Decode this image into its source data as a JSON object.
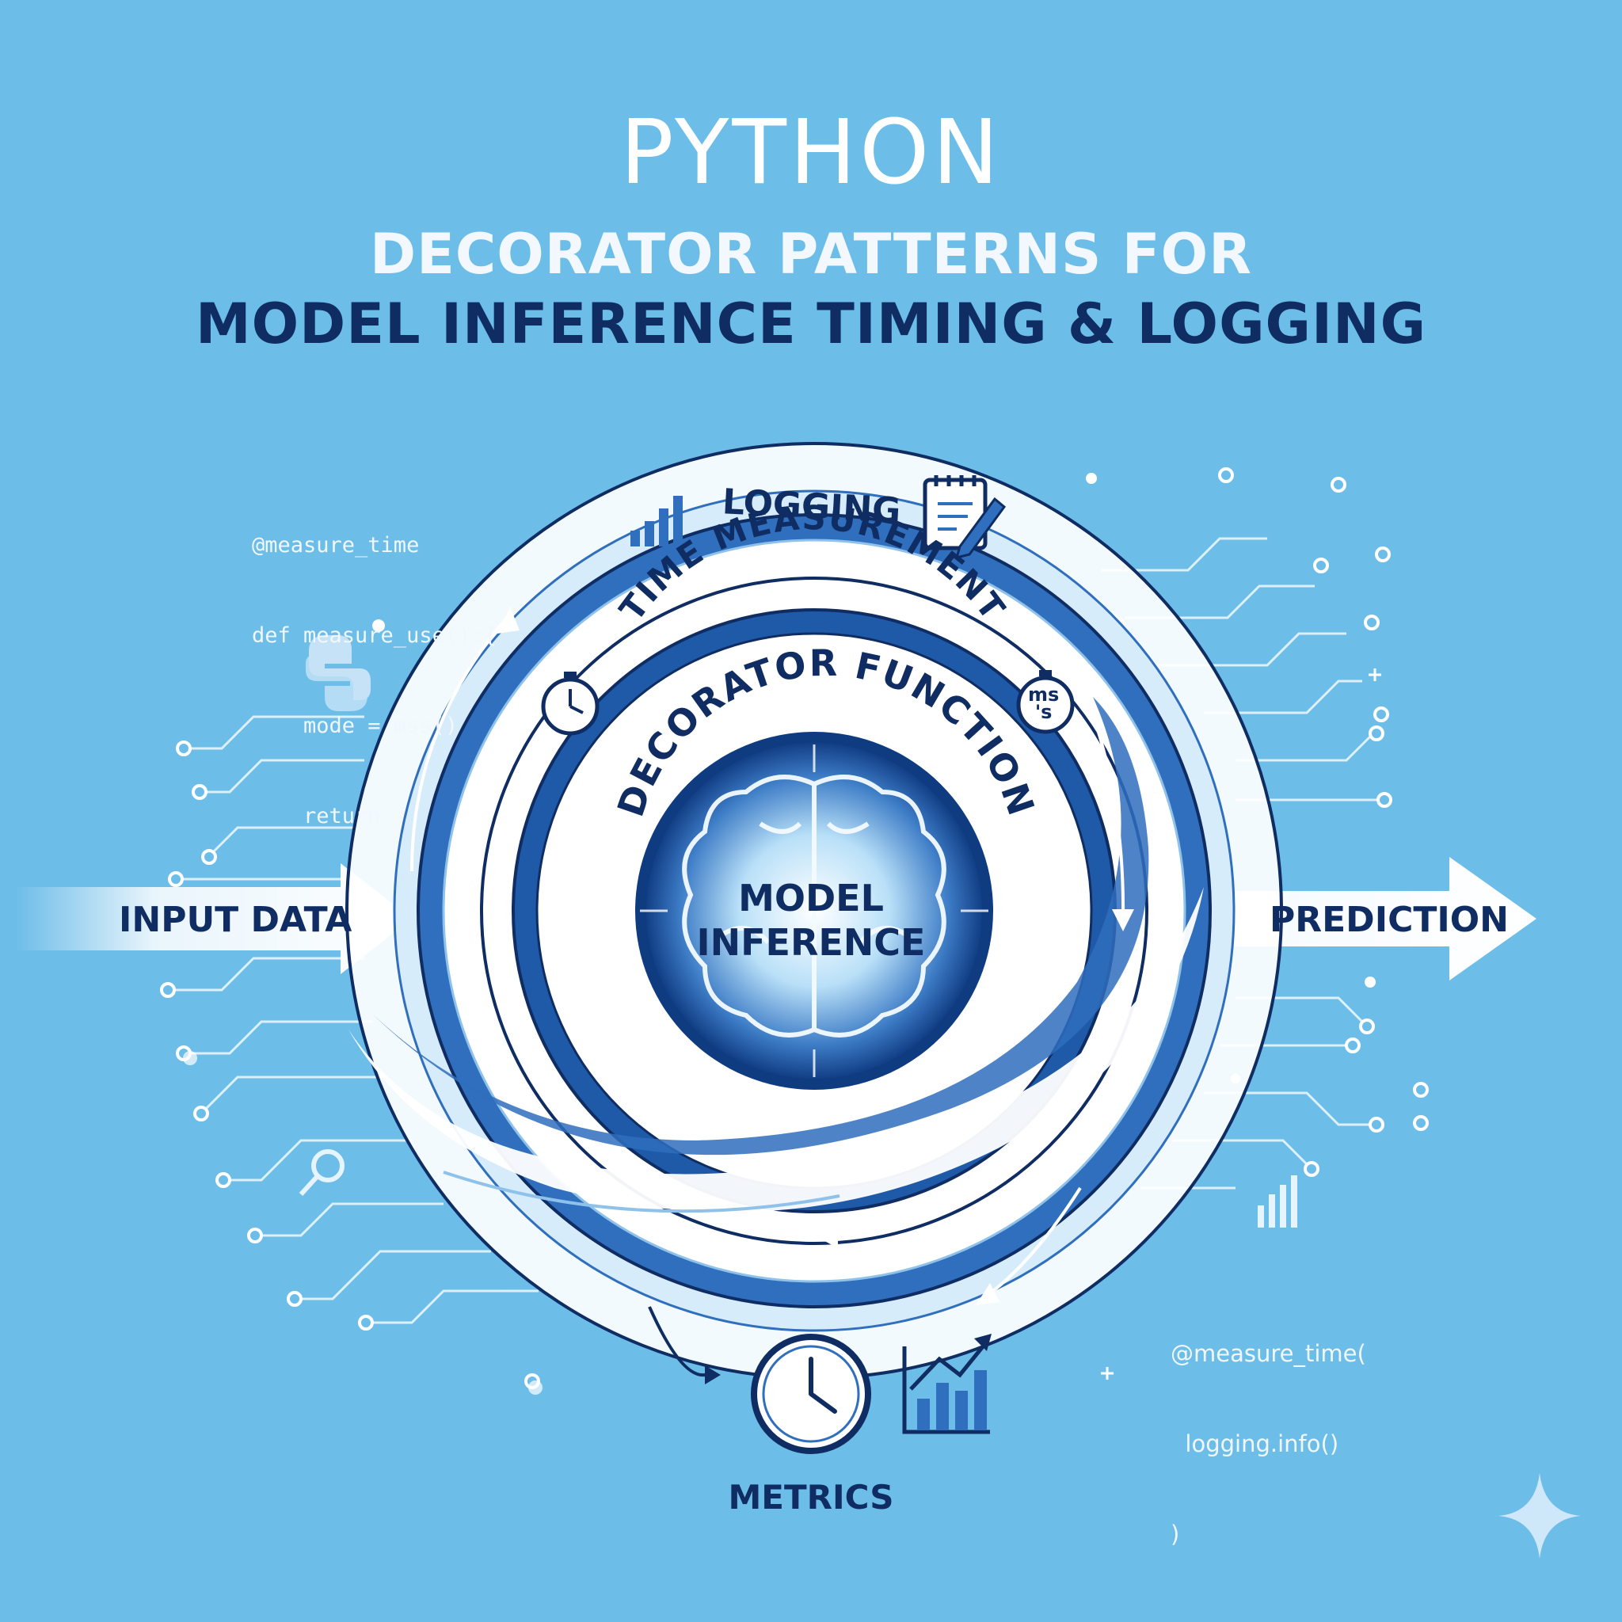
{
  "header": {
    "title": "PYTHON",
    "subtitle_line1": "DECORATOR PATTERNS FOR",
    "subtitle_line2": "MODEL INFERENCE TIMING & LOGGING"
  },
  "code_left": {
    "lines": [
      "@measure_time",
      "def measure_use():{",
      "    mode = mss()",
      "    return",
      "}"
    ]
  },
  "code_right": {
    "lines": [
      "@measure_time(",
      "  logging.info()",
      ")"
    ]
  },
  "rings": {
    "logging": "LOGGING",
    "time_measurement": "TIME MEASUREMENT",
    "decorator_function": "DECORATOR FUNCTION",
    "core_line1": "MODEL",
    "core_line2": "INFERENCE"
  },
  "flow": {
    "input": "INPUT DATA",
    "output": "PREDICTION",
    "metrics": "METRICS"
  },
  "badge": {
    "line1": "ms",
    "line2": "'s"
  },
  "icons": {
    "bars": "bar-chart-icon",
    "notepad": "notepad-pencil-icon",
    "stopwatch": "stopwatch-icon",
    "timer": "timer-icon",
    "python": "python-logo-icon",
    "brain": "brain-icon",
    "clock": "clock-icon",
    "growth": "growth-chart-icon",
    "search": "magnifier-icon",
    "sparkle": "sparkle-icon"
  },
  "colors": {
    "background": "#6dbde9",
    "navy": "#0f2d63",
    "blue": "#2f6fbd",
    "light": "#eaf5fd"
  }
}
